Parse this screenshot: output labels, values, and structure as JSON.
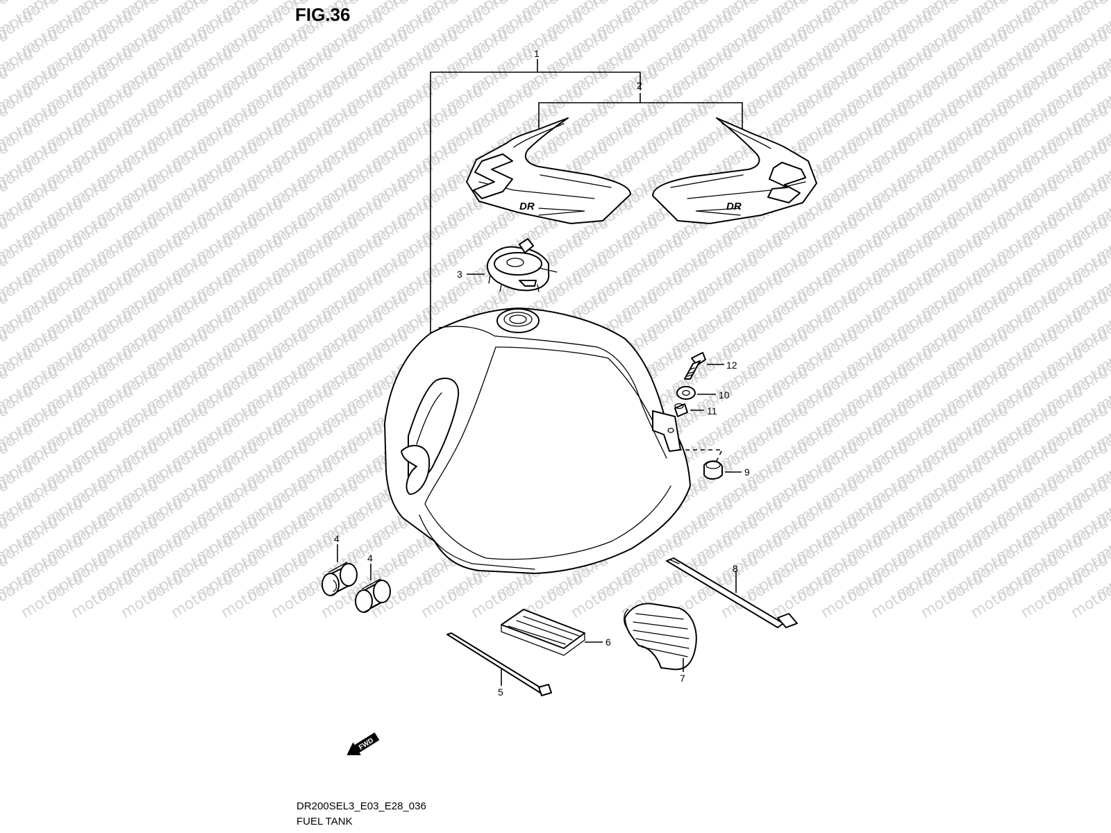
{
  "figure": {
    "title": "FIG.36",
    "code": "DR200SEL3_E03_E28_036",
    "name": "FUEL TANK"
  },
  "watermark": {
    "text": "motod.ru",
    "color": "#d4d4d4"
  },
  "callouts": {
    "c1": "1",
    "c2": "2",
    "c3": "3",
    "c4a": "4",
    "c4b": "4",
    "c5": "5",
    "c6": "6",
    "c7": "7",
    "c8": "8",
    "c9": "9",
    "c10": "10",
    "c11": "11",
    "c12": "12"
  },
  "decal": {
    "logo_text": "DR"
  },
  "fwd_arrow": {
    "label": "FWD",
    "icon": "fwd-arrow-icon"
  },
  "colors": {
    "line": "#000000",
    "background": "#ffffff"
  }
}
